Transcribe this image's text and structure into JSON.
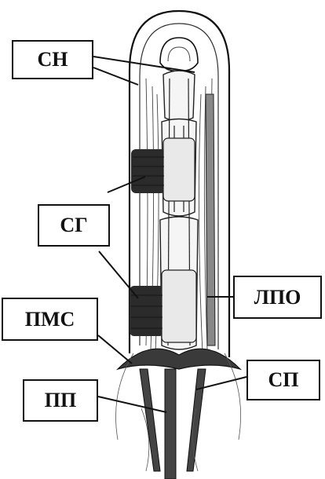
{
  "labels": {
    "sn": "СН",
    "sg": "СГ",
    "pms": "ПМС",
    "pp": "ПП",
    "lpo": "ЛПО",
    "sp": "СП"
  },
  "colors": {
    "ink": "#111111",
    "shading": "#555555",
    "band": "#2b2b2b",
    "background": "#ffffff"
  }
}
